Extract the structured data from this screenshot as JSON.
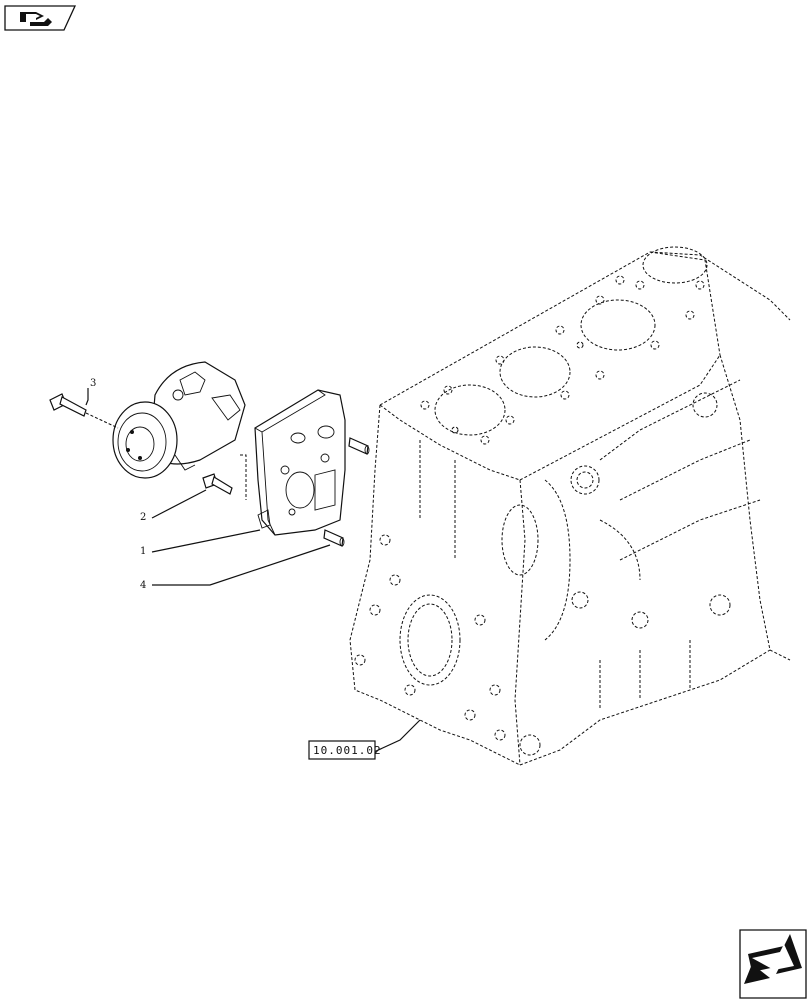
{
  "callouts": [
    {
      "id": "callout-1",
      "number": "1"
    },
    {
      "id": "callout-2",
      "number": "2"
    },
    {
      "id": "callout-3",
      "number": "3"
    },
    {
      "id": "callout-4",
      "number": "4"
    }
  ],
  "reference": {
    "code": "10.001.02"
  },
  "icons": {
    "top_left": "page-flag-icon",
    "bottom_right": "next-page-arrow-icon"
  }
}
